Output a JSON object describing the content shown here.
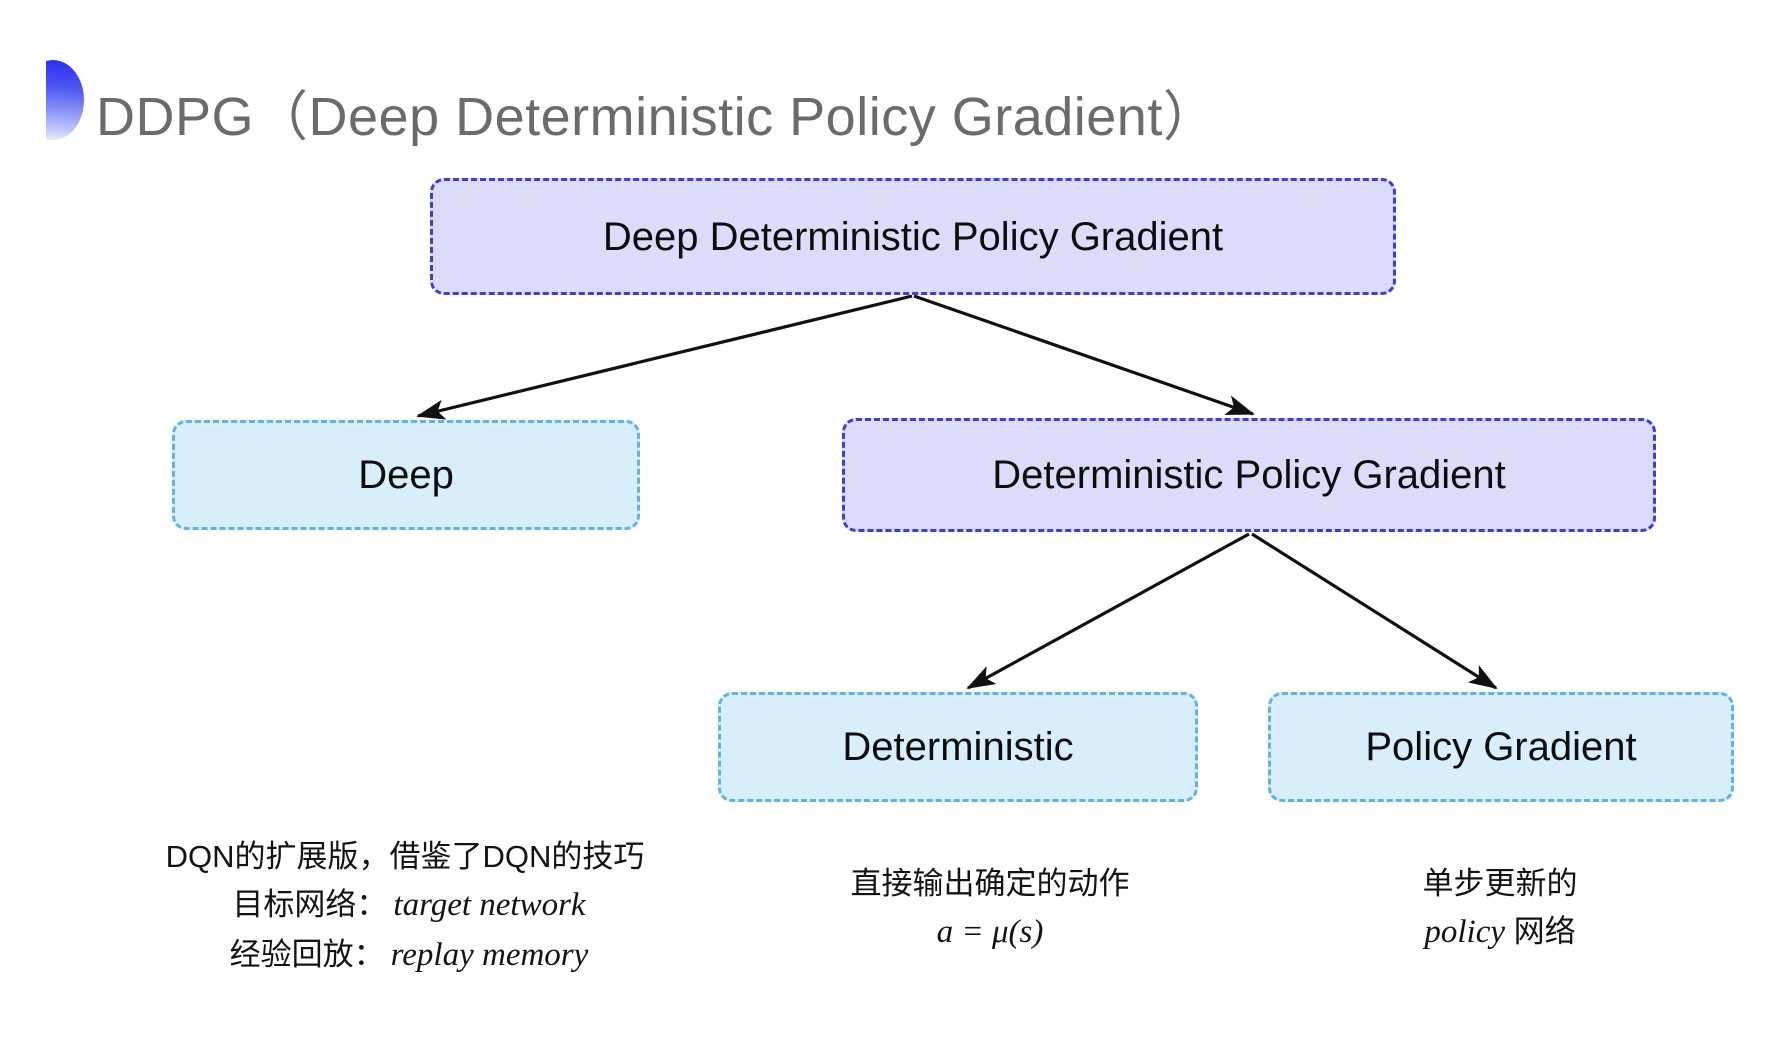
{
  "slide": {
    "title": "DDPG（Deep Deterministic Policy Gradient）",
    "bullet_icon": "half-circle-bullet-icon",
    "background_color": "#ffffff"
  },
  "colors": {
    "purple_fill": "#dcdcfa",
    "purple_border": "#3d3ddc",
    "blue_fill": "#d8eefb",
    "blue_border": "#5fb4e6",
    "title_text": "#6b6b6b",
    "arrow": "#111111"
  },
  "diagram": {
    "nodes": [
      {
        "id": "root",
        "label": "Deep Deterministic Policy Gradient",
        "style": "purple"
      },
      {
        "id": "deep",
        "label": "Deep",
        "style": "blue"
      },
      {
        "id": "dpg",
        "label": "Deterministic Policy Gradient",
        "style": "purple"
      },
      {
        "id": "deterministic",
        "label": "Deterministic",
        "style": "blue"
      },
      {
        "id": "policy_gradient",
        "label": "Policy Gradient",
        "style": "blue"
      }
    ],
    "edges": [
      {
        "from": "root",
        "to": "deep"
      },
      {
        "from": "root",
        "to": "dpg"
      },
      {
        "from": "dpg",
        "to": "deterministic"
      },
      {
        "from": "dpg",
        "to": "policy_gradient"
      }
    ]
  },
  "captions": {
    "deep": {
      "line1": "DQN的扩展版，借鉴了DQN的技巧",
      "line2_label": "目标网络：",
      "line2_term": "target network",
      "line3_label": "经验回放：",
      "line3_term": "replay memory"
    },
    "deterministic": {
      "line1": "直接输出确定的动作",
      "formula": "a = μ(s)"
    },
    "policy_gradient": {
      "line1": "单步更新的",
      "line2_term": "policy",
      "line2_suffix": " 网络"
    }
  }
}
